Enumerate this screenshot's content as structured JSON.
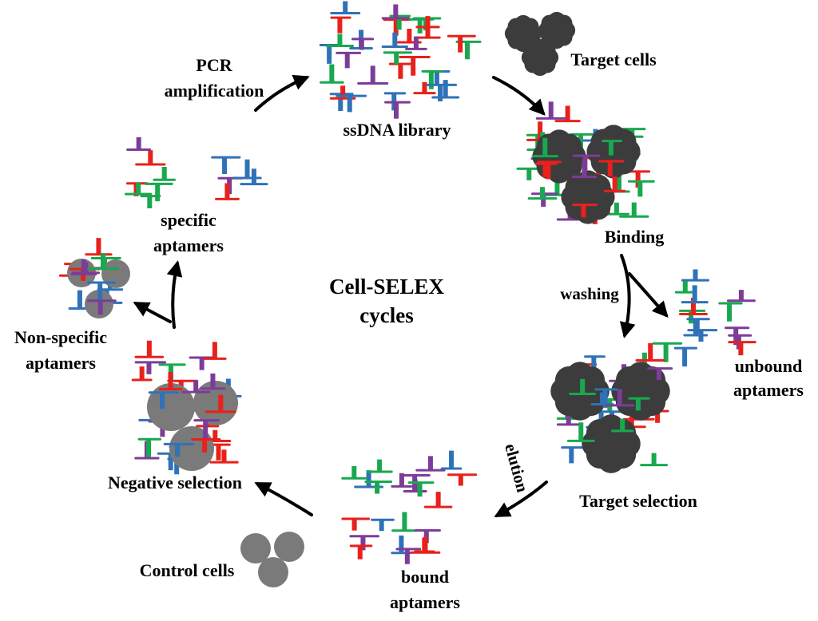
{
  "title": {
    "line1": "Cell-SELEX",
    "line2": "cycles"
  },
  "labels": {
    "ssdna_library": "ssDNA library",
    "target_cells": "Target cells",
    "binding": "Binding",
    "washing": "washing",
    "unbound_line1": "unbound",
    "unbound_line2": "aptamers",
    "target_selection": "Target selection",
    "elution": "elution",
    "bound_line1": "bound",
    "bound_line2": "aptamers",
    "control_cells": "Control cells",
    "negative_selection": "Negative selection",
    "nonspecific_line1": "Non-specific",
    "nonspecific_line2": "aptamers",
    "specific_line1": "specific",
    "specific_line2": "aptamers",
    "pcr_line1": "PCR",
    "pcr_line2": "amplification"
  },
  "colors": {
    "strand_red": "#e8211b",
    "strand_green": "#18a84e",
    "strand_blue": "#2f72b8",
    "strand_purple": "#7d3c98",
    "target_cell": "#3c3c3c",
    "control_cell": "#7a7a7a",
    "arrow": "#000000"
  }
}
